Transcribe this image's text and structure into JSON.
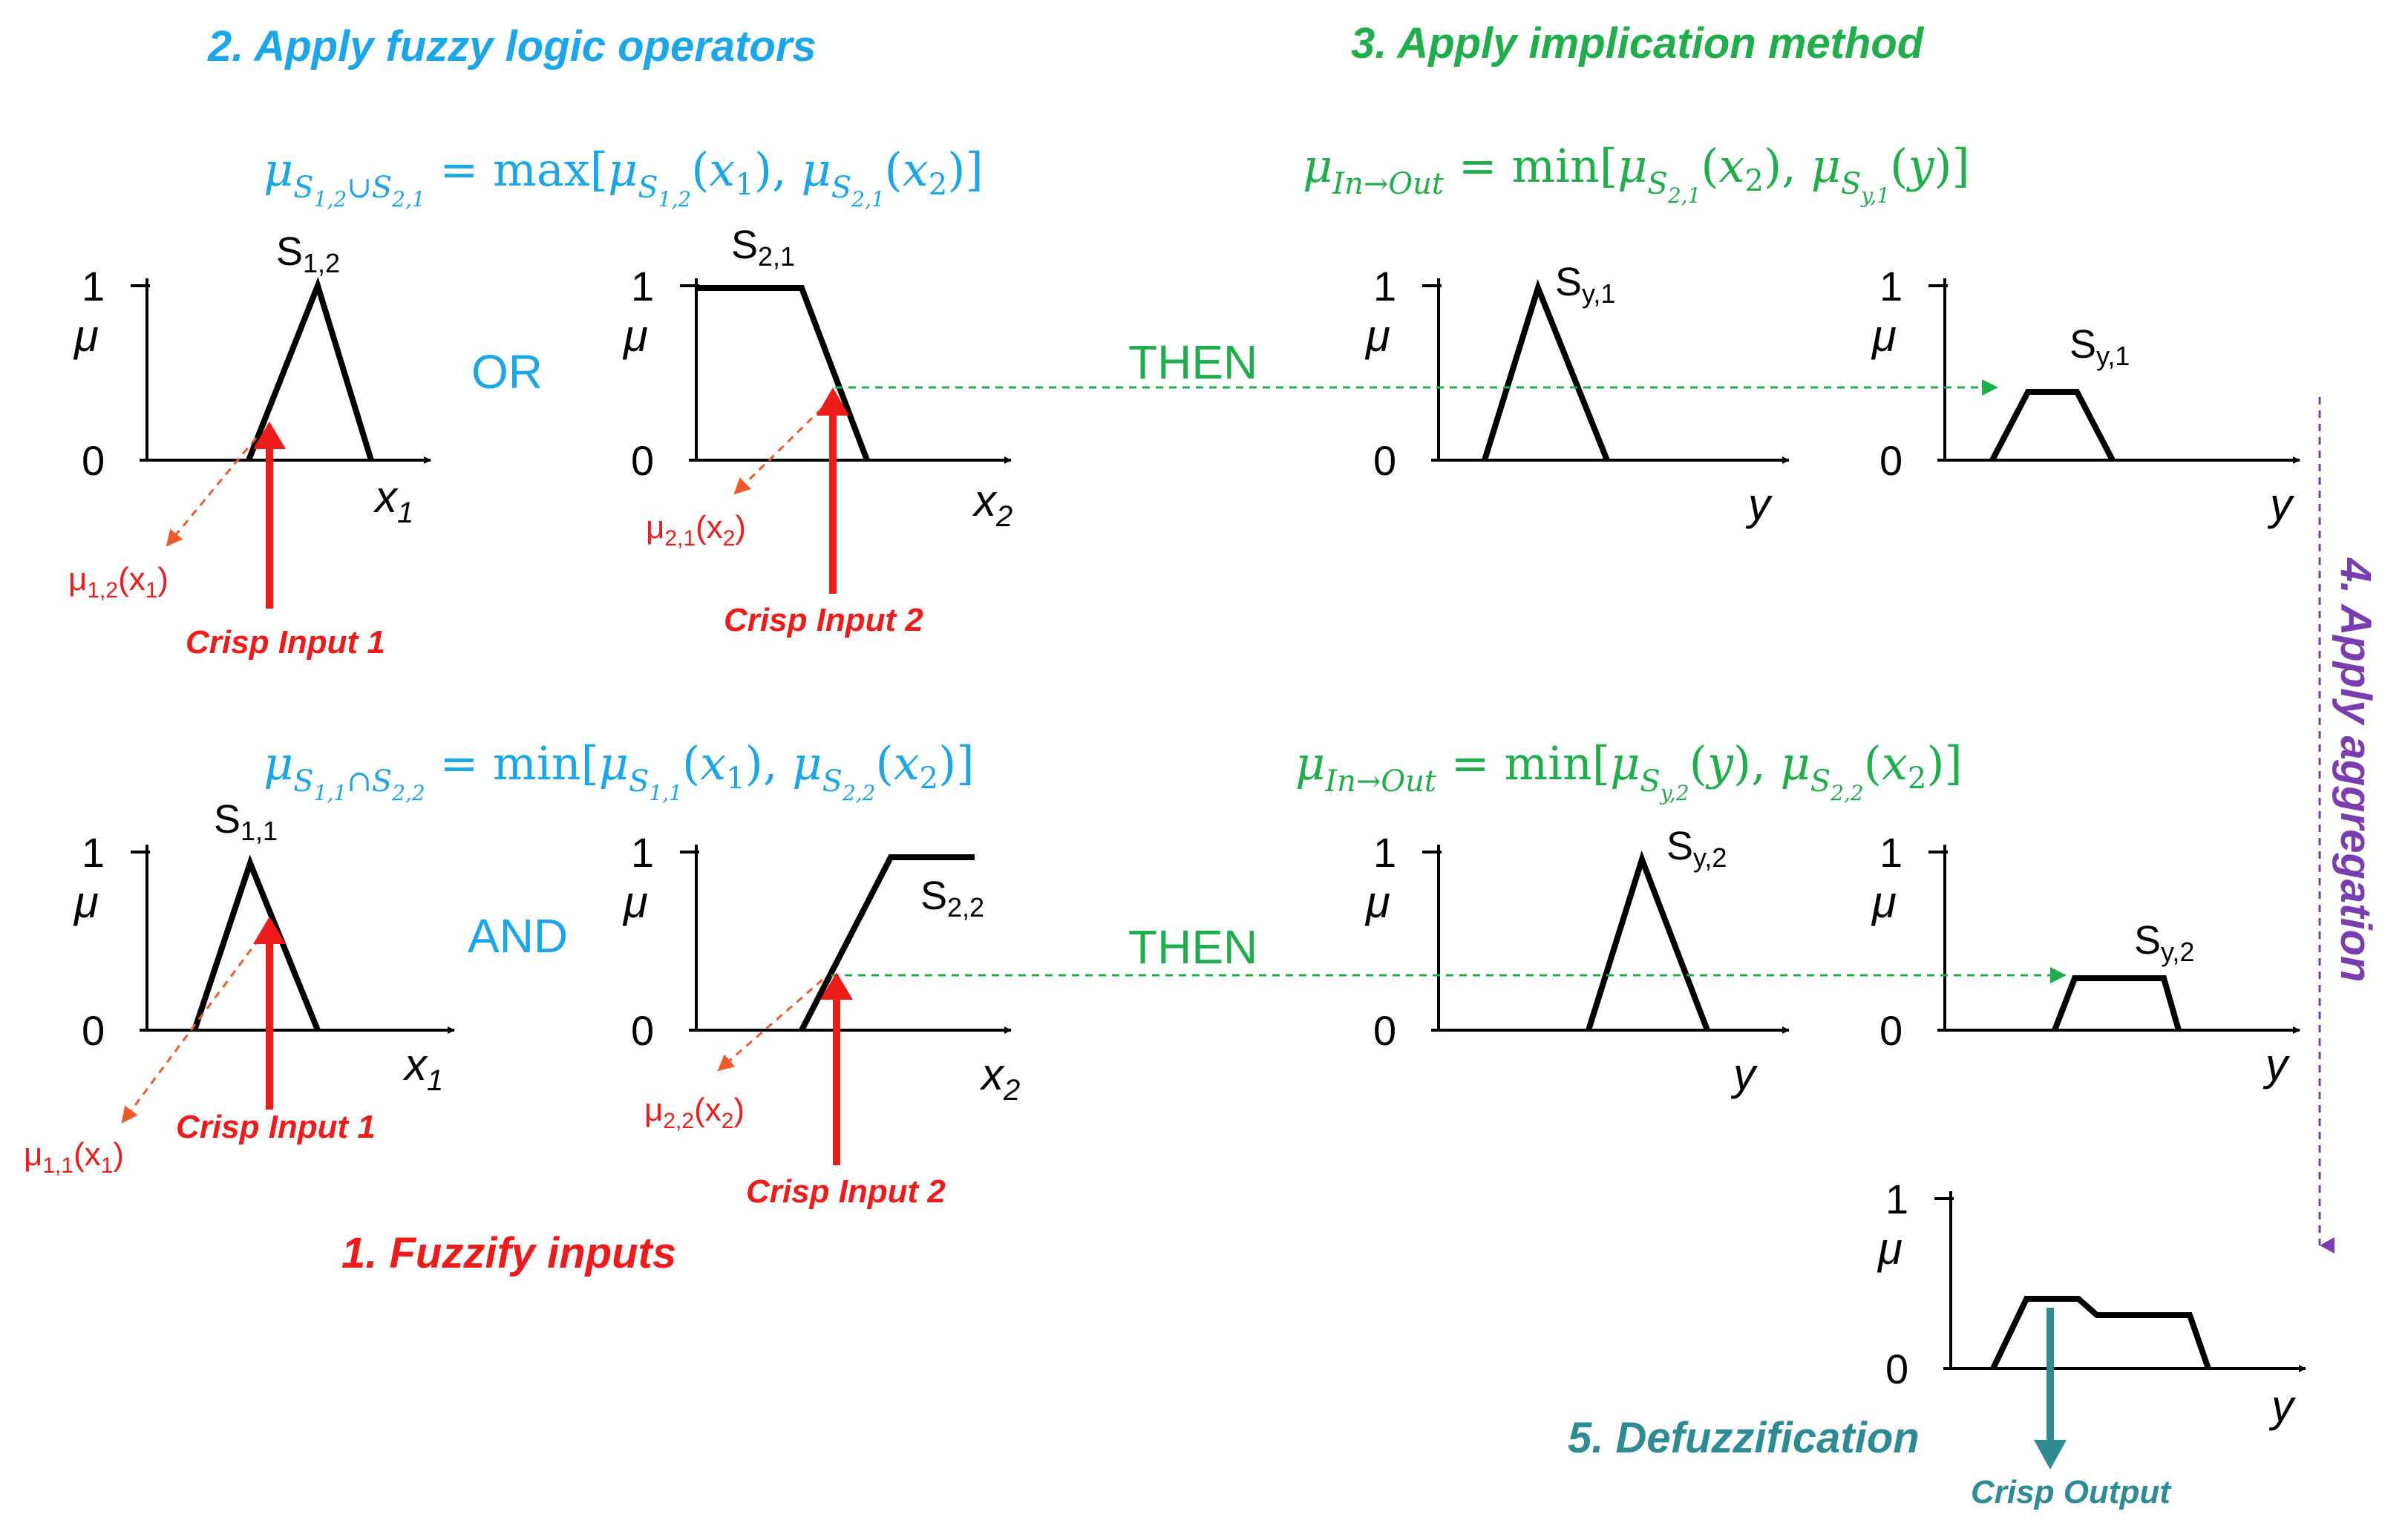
{
  "steps": {
    "step1": "1. Fuzzify inputs",
    "step2": "2. Apply fuzzy logic operators",
    "step3": "3. Apply implication method",
    "step4": "4. Apply aggregation",
    "step5": "5. Defuzzification"
  },
  "equations": {
    "or_rule": "μ_{S1,2∪S2,1} = max[μ_{S1,2}(x1), μ_{S2,1}(x2)]",
    "and_rule": "μ_{S1,1∩S2,2} = min[μ_{S1,1}(x1), μ_{S2,2}(x2)]",
    "implication_1": "μ_{In→Out} = min[μ_{S2,1}(x2), μ_{Sy,1}(y)]",
    "implication_2": "μ_{In→Out} = min[μ_{Sy,2}(y), μ_{S2,2}(x2)]"
  },
  "operators": {
    "or": "OR",
    "and": "AND",
    "then": "THEN"
  },
  "axis": {
    "one": "1",
    "zero": "0",
    "mu": "μ",
    "x": "x",
    "y": "y",
    "sub1": "1",
    "sub2": "2"
  },
  "sets": {
    "s12": {
      "base": "S",
      "sub": "1,2"
    },
    "s21": {
      "base": "S",
      "sub": "2,1"
    },
    "s11": {
      "base": "S",
      "sub": "1,1"
    },
    "s22": {
      "base": "S",
      "sub": "2,2"
    },
    "sy1": {
      "base": "S",
      "sub": "y,1"
    },
    "sy2": {
      "base": "S",
      "sub": "y,2"
    }
  },
  "membership_labels": {
    "mu12": {
      "base": "μ",
      "sub": "1,2",
      "arg": "(x",
      "argsub": "1",
      "close": ")"
    },
    "mu21": {
      "base": "μ",
      "sub": "2,1",
      "arg": "(x",
      "argsub": "2",
      "close": ")"
    },
    "mu11": {
      "base": "μ",
      "sub": "1,1",
      "arg": "(x",
      "argsub": "1",
      "close": ")"
    },
    "mu22": {
      "base": "μ",
      "sub": "2,2",
      "arg": "(x",
      "argsub": "2",
      "close": ")"
    }
  },
  "inputs": {
    "crisp_input_1": "Crisp Input 1",
    "crisp_input_2": "Crisp Input 2",
    "crisp_output": "Crisp Output"
  },
  "colors": {
    "step1": "#ee1b1b",
    "step2": "#1aa6e8",
    "step3": "#1fae4b",
    "step4": "#7a3db0",
    "step5": "#2e8b93"
  }
}
